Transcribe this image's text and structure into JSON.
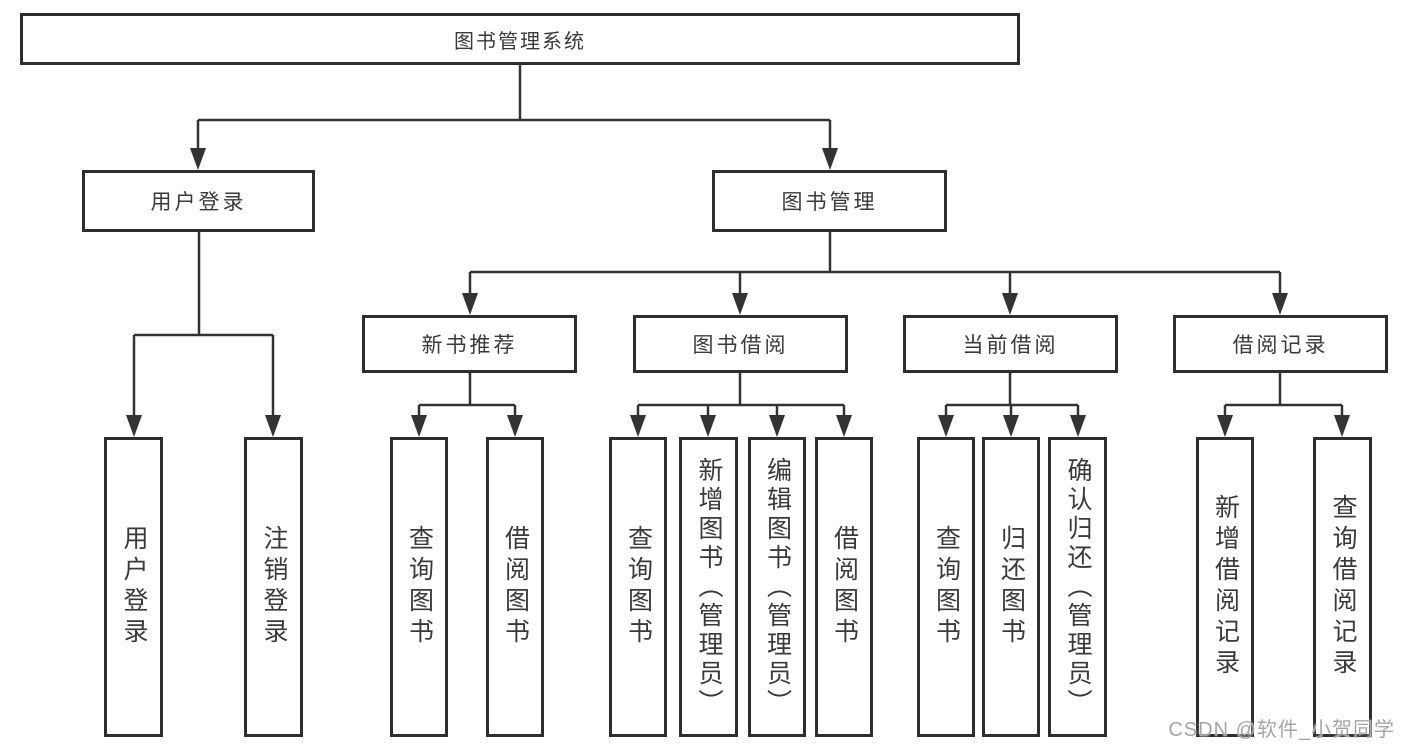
{
  "diagram": {
    "root": {
      "label": "图书管理系统"
    },
    "branches": [
      {
        "label": "用户登录",
        "children": [
          {
            "label": "用户登录"
          },
          {
            "label": "注销登录"
          }
        ]
      },
      {
        "label": "图书管理",
        "children": [
          {
            "label": "新书推荐",
            "children": [
              {
                "label": "查询图书"
              },
              {
                "label": "借阅图书"
              }
            ]
          },
          {
            "label": "图书借阅",
            "children": [
              {
                "label": "查询图书"
              },
              {
                "label": "新增图书（管理员）"
              },
              {
                "label": "编辑图书（管理员）"
              },
              {
                "label": "借阅图书"
              }
            ]
          },
          {
            "label": "当前借阅",
            "children": [
              {
                "label": "查询图书"
              },
              {
                "label": "归还图书"
              },
              {
                "label": "确认归还（管理员）"
              }
            ]
          },
          {
            "label": "借阅记录",
            "children": [
              {
                "label": "新增借阅记录"
              },
              {
                "label": "查询借阅记录"
              }
            ]
          }
        ]
      }
    ]
  },
  "watermark": {
    "text": "CSDN @软件_小贺同学"
  },
  "colors": {
    "line": "#333333",
    "border": "#2e2e2e",
    "text": "#3a3a3a",
    "watermark": "#a6a6a6",
    "background": "#ffffff"
  }
}
